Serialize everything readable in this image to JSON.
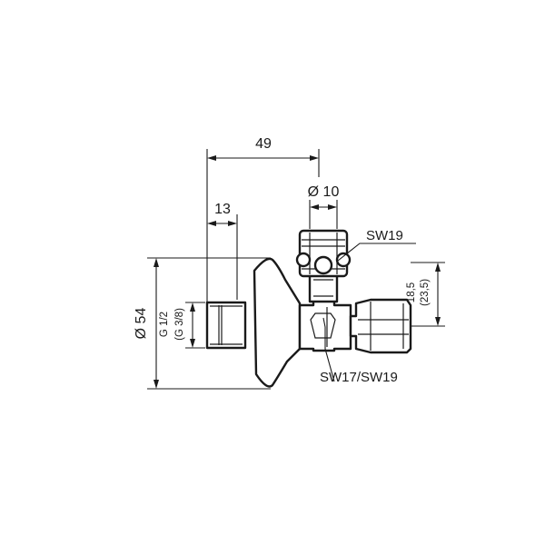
{
  "drawing": {
    "dimensions": {
      "overall_length": "49",
      "spindle_diameter": "Ø 10",
      "thread_length": "13",
      "rosette_diameter": "Ø 54",
      "thread_size": "G 1/2",
      "thread_size_alt": "(G 3/8)",
      "outlet_height": "18,5",
      "outlet_height_alt": "(23,5)"
    },
    "callouts": {
      "cap_wrench_size": "SW19",
      "outlet_wrench_size": "SW17/SW19"
    }
  }
}
